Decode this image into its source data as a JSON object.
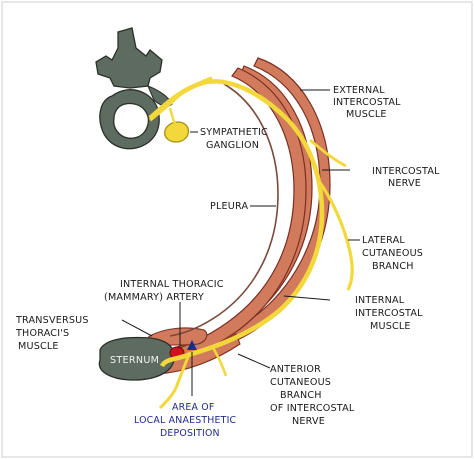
{
  "colors": {
    "bone": "#5d6b60",
    "muscle": "#d27a5c",
    "muscle_edge": "#7a2f22",
    "nerve": "#f2d83a",
    "nerve_edge": "#a88f14",
    "injection": "#d0141c",
    "injection_marker": "#1f2a8f",
    "ink": "#1a1a1a"
  },
  "labels": {
    "external_intercostal_1": "EXTERNAL",
    "external_intercostal_2": "INTERCOSTAL",
    "external_intercostal_3": "MUSCLE",
    "sympathetic_1": "SYMPATHETIC",
    "sympathetic_2": "GANGLION",
    "intercostal_nerve_1": "INTERCOSTAL",
    "intercostal_nerve_2": "NERVE",
    "pleura": "PLEURA",
    "lateral_1": "LATERAL",
    "lateral_2": "CUTANEOUS",
    "lateral_3": "BRANCH",
    "internal_thoracic_1": "INTERNAL THORACIC",
    "internal_thoracic_2": "(MAMMARY) ARTERY",
    "internal_intercostal_1": "INTERNAL",
    "internal_intercostal_2": "INTERCOSTAL",
    "internal_intercostal_3": "MUSCLE",
    "transversus_1": "TRANSVERSUS",
    "transversus_2": "THORACI'S",
    "transversus_3": "MUSCLE",
    "sternum": "STERNUM",
    "anterior_1": "ANTERIOR",
    "anterior_2": "CUTANEOUS",
    "anterior_3": "BRANCH",
    "anterior_4": "OF INTERCOSTAL",
    "anterior_5": "NERVE",
    "area_1": "AREA OF",
    "area_2": "LOCAL ANAESTHETIC",
    "area_3": "DEPOSITION"
  }
}
